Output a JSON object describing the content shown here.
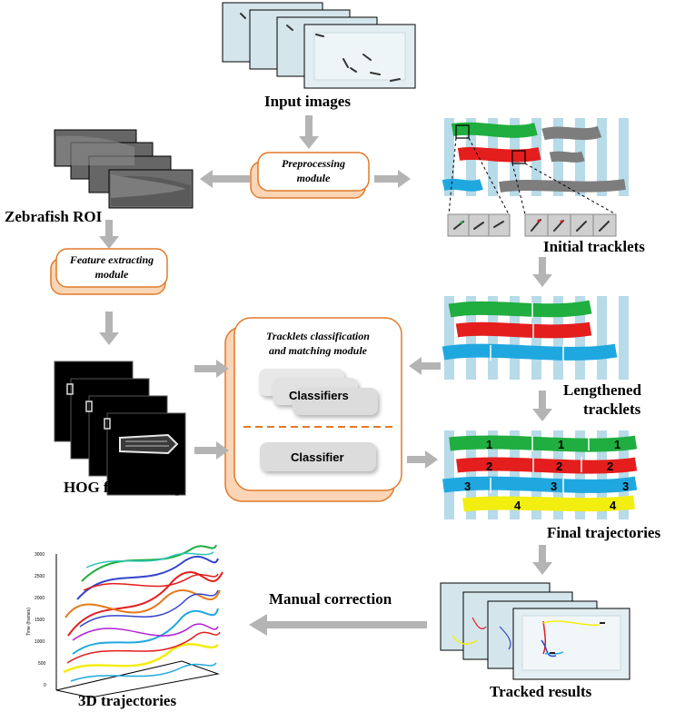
{
  "labels": {
    "input_images": "Input images",
    "zebrafish_roi": "Zebrafish ROI",
    "initial_tracklets": "Initial tracklets",
    "lengthened_tracklets_1": "Lengthened",
    "lengthened_tracklets_2": "tracklets",
    "hog_feature_map": "HOG feature map",
    "final_trajectories": "Final trajectories",
    "manual_correction": "Manual correction",
    "tracked_results": "Tracked results",
    "trajectories_3d": "3D trajectories"
  },
  "modules": {
    "preprocessing_1": "Preprocessing",
    "preprocessing_2": "module",
    "feature_1": "Feature extracting",
    "feature_2": "module",
    "tracklets_1": "Tracklets classification",
    "tracklets_2": "and matching module",
    "classifiers": "Classifiers",
    "classifier": "Classifier"
  },
  "final_ids": {
    "row1": [
      "1",
      "1",
      "1"
    ],
    "row2": [
      "2",
      "2",
      "2"
    ],
    "row3": [
      "3",
      "3",
      "3"
    ],
    "row4": [
      "4",
      "4"
    ]
  },
  "plot3d": {
    "axis_label": "Time (frames)",
    "ticks": [
      "3000",
      "2500",
      "2000",
      "1500",
      "1000",
      "500",
      "0"
    ]
  },
  "colors": {
    "arrow": "#b4b4b4",
    "module_border": "#e07a2a",
    "module_fill": "#fbd5b5",
    "green": "#1fae3f",
    "red": "#e41d1d",
    "blue": "#1fa8e0",
    "yellow": "#f2ee0f",
    "gray": "#7d7d7d",
    "stripe": "#b7dbe8"
  }
}
